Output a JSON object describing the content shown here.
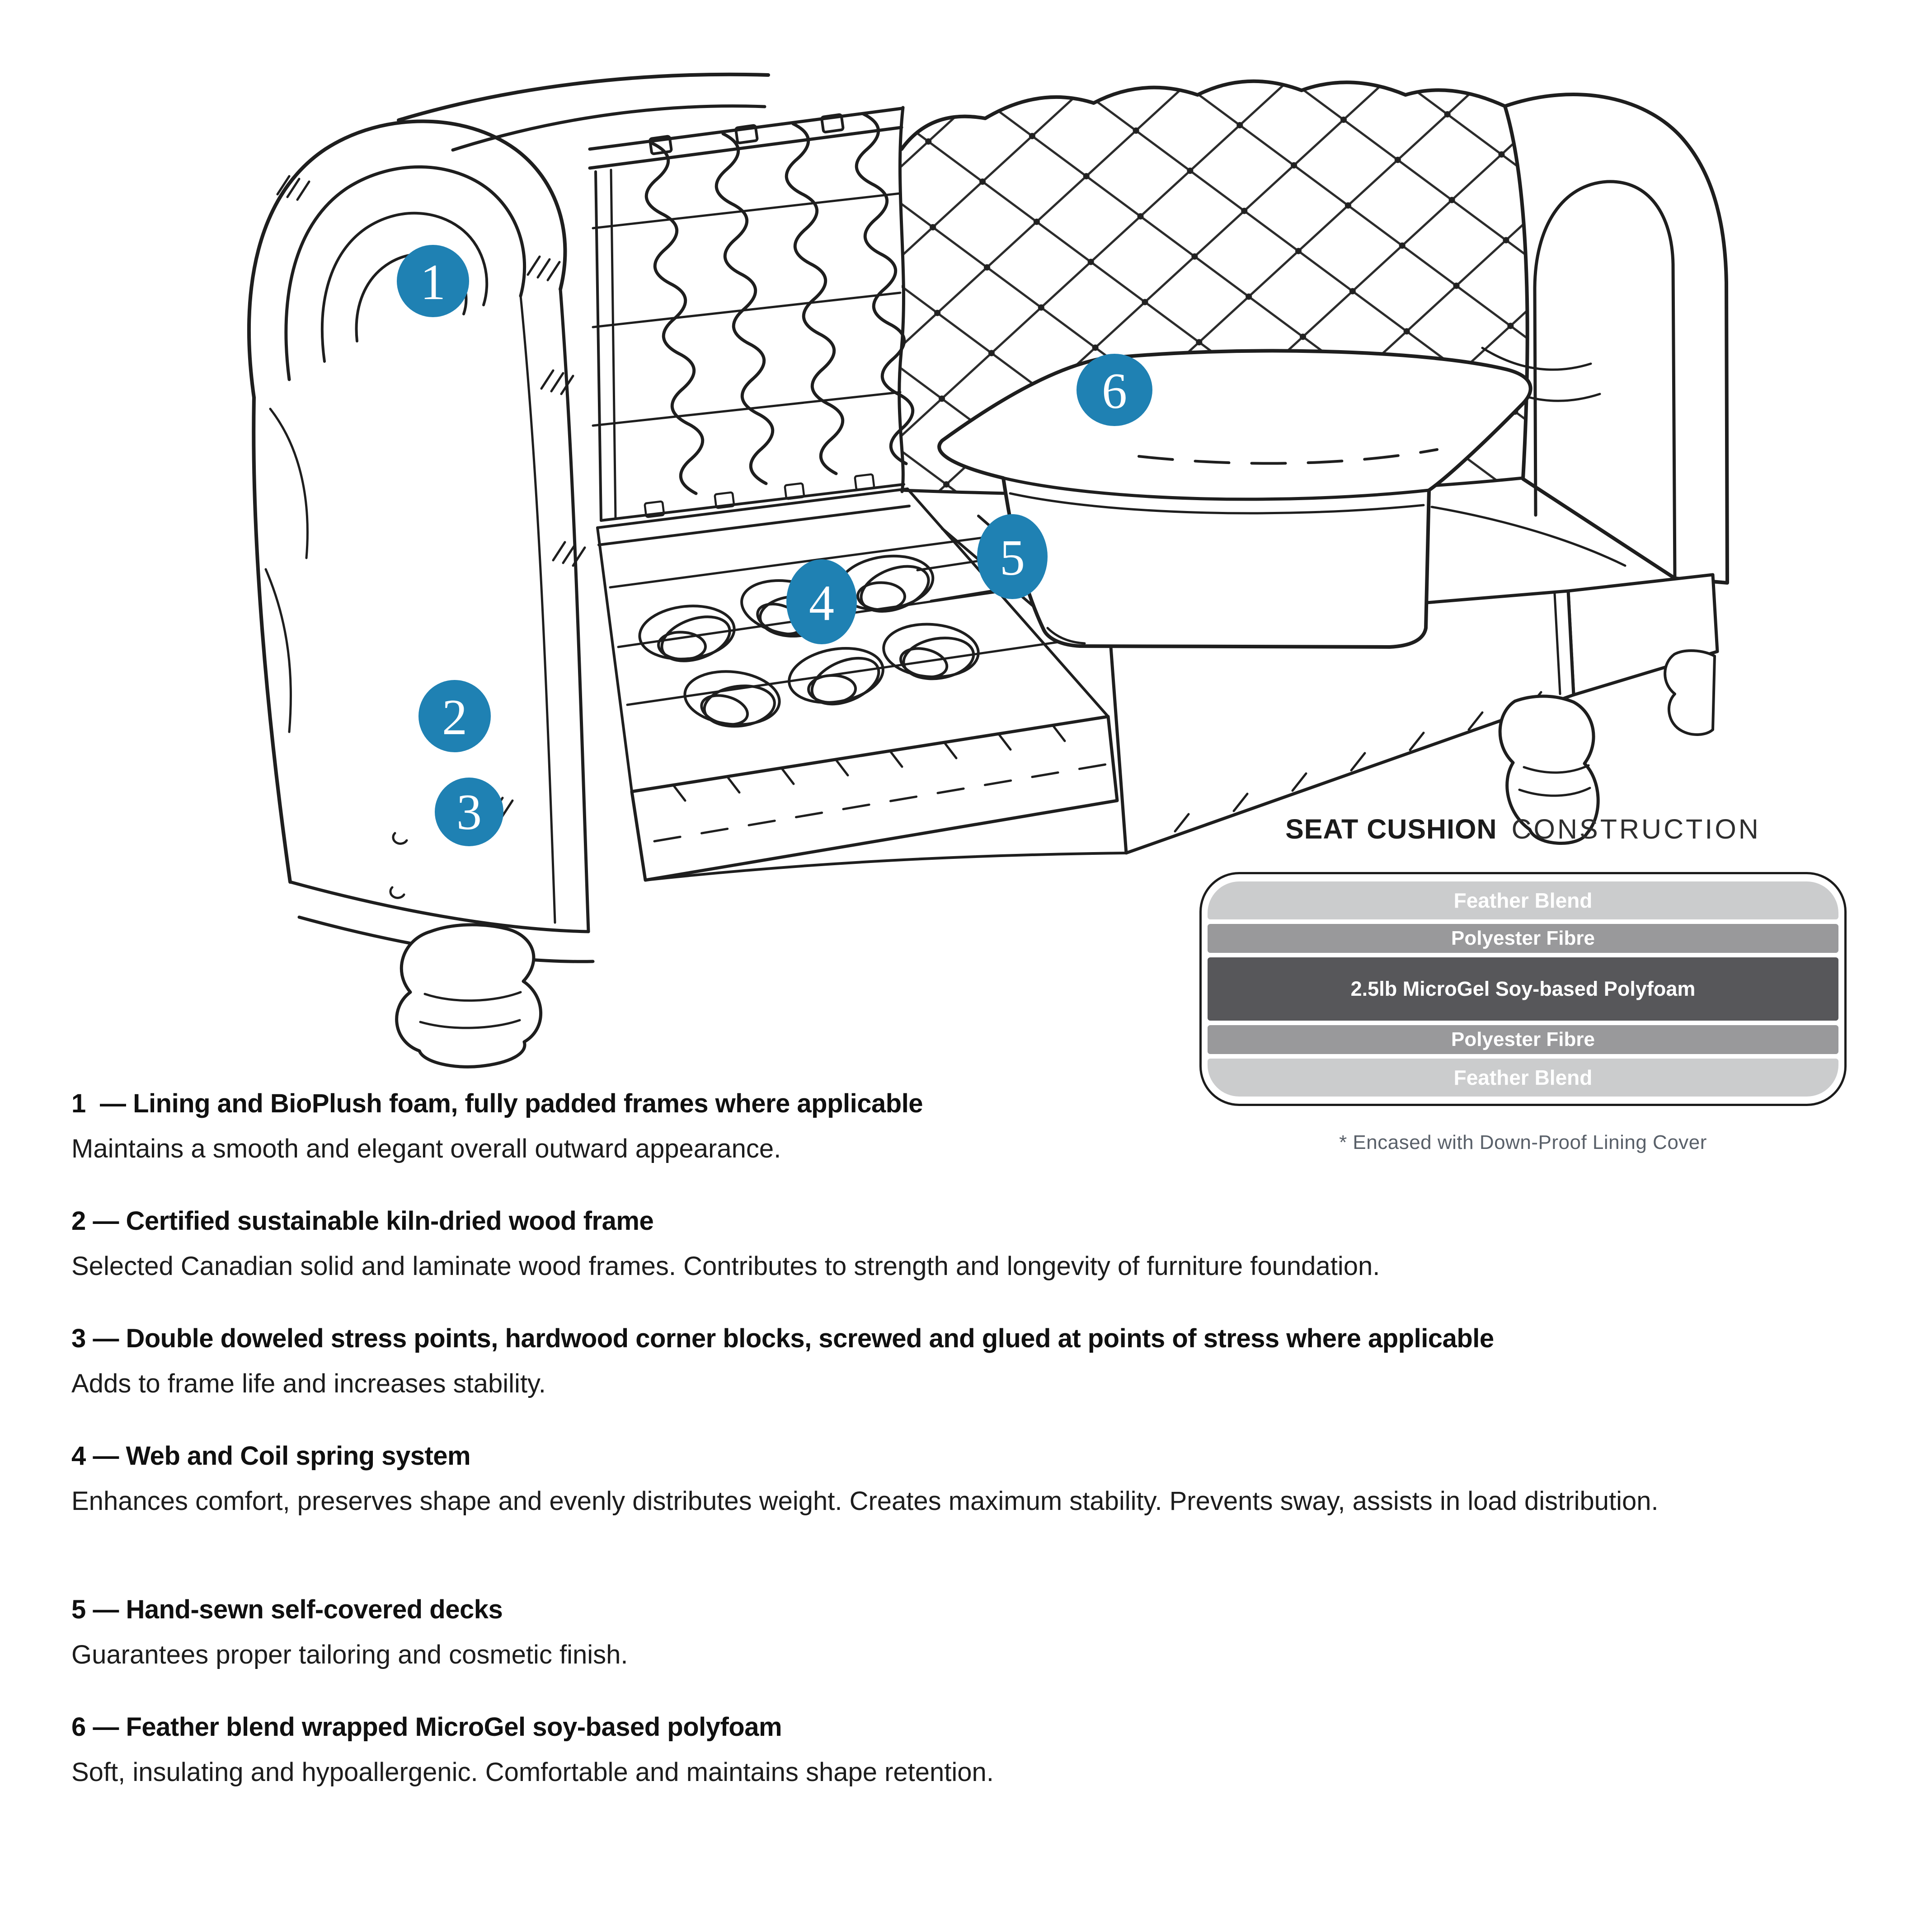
{
  "diagram": {
    "accent_color": "#1F81B3",
    "callouts": [
      {
        "number": "1"
      },
      {
        "number": "2"
      },
      {
        "number": "3"
      },
      {
        "number": "4"
      },
      {
        "number": "5"
      },
      {
        "number": "6"
      }
    ]
  },
  "cushion_panel": {
    "title_main": "SEAT CUSHION",
    "title_sub": "CONSTRUCTION",
    "layers": [
      {
        "label": "Feather Blend",
        "tone": "light"
      },
      {
        "label": "Polyester Fibre",
        "tone": "mid"
      },
      {
        "label": "2.5lb MicroGel Soy-based Polyfoam",
        "tone": "dark"
      },
      {
        "label": "Polyester Fibre",
        "tone": "mid"
      },
      {
        "label": "Feather Blend",
        "tone": "light"
      }
    ],
    "footnote": "* Encased with Down-Proof Lining Cover",
    "colors": {
      "light": "#cbcccd",
      "mid": "#99999b",
      "dark": "#57575a"
    }
  },
  "sections": [
    {
      "heading": "1  — Lining and BioPlush foam, fully padded frames where applicable",
      "body": "Maintains a smooth and elegant overall outward appearance."
    },
    {
      "heading": "2 — Certified sustainable kiln-dried wood frame",
      "body": "Selected Canadian solid and laminate wood frames. Contributes to strength and longevity of furniture foundation."
    },
    {
      "heading": "3 — Double doweled stress points, hardwood corner blocks, screwed and glued at points of stress where applicable",
      "body": "Adds to frame life and increases stability."
    },
    {
      "heading": "4 — Web and Coil spring system",
      "body": "Enhances comfort, preserves shape and evenly distributes weight. Creates maximum stability. Prevents sway, assists in load distribution."
    },
    {
      "heading": "5 — Hand-sewn self-covered decks",
      "body": "Guarantees proper tailoring and cosmetic finish."
    },
    {
      "heading": "6 — Feather blend wrapped MicroGel soy-based polyfoam",
      "body": "Soft, insulating and hypoallergenic. Comfortable and maintains shape retention."
    }
  ]
}
